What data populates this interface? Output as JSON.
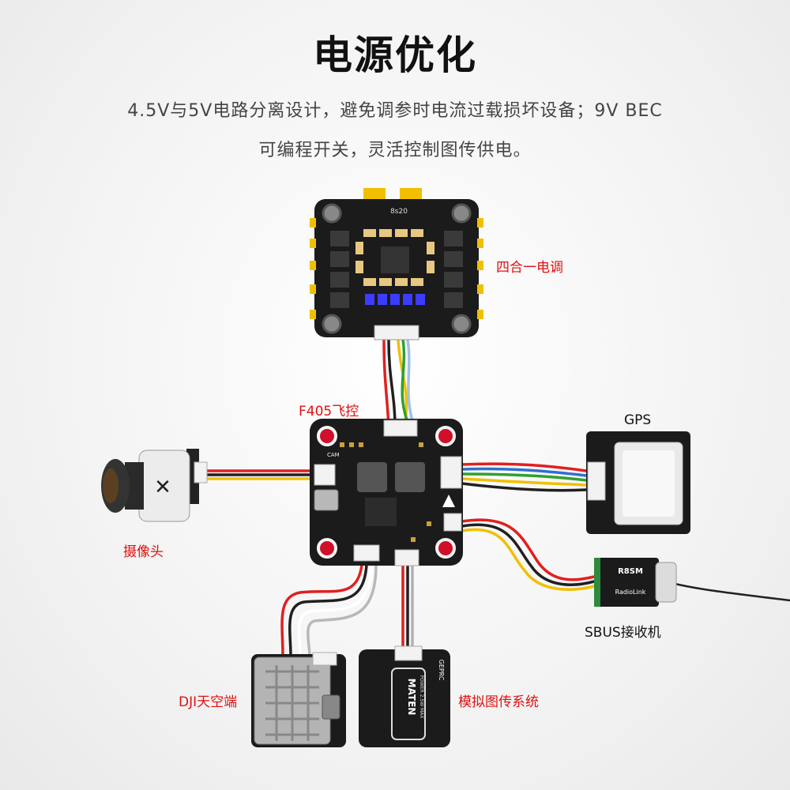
{
  "title": "电源优化",
  "subtitle_line1": "4.5V与5V电路分离设计，避免调参时电流过载损坏设备；9V BEC",
  "subtitle_line2": "可编程开关，灵活控制图传供电。",
  "labels": {
    "esc": "四合一电调",
    "fc": "F405飞控",
    "gps": "GPS",
    "camera": "摄像头",
    "sbus": "SBUS接收机",
    "dji": "DJI天空端",
    "analog_vtx": "模拟图传系统"
  },
  "board_marks": {
    "esc_mark": "8s20",
    "cam_pad": "CAM",
    "receiver_model": "R8SM",
    "receiver_brand": "RadioLink",
    "vtx_brand": "MATEN",
    "vtx_power": "POWER 2.5W MAX",
    "vtx_maker": "GEPRC"
  },
  "colors": {
    "label_red": "#e01010",
    "board_black": "#1b1b1b",
    "mount_red": "#d0102a",
    "wire_red": "#e02020",
    "wire_black": "#202020",
    "wire_yellow": "#f0c000",
    "wire_green": "#30a030",
    "wire_blue": "#3070d0",
    "wire_white": "#ffffff"
  }
}
